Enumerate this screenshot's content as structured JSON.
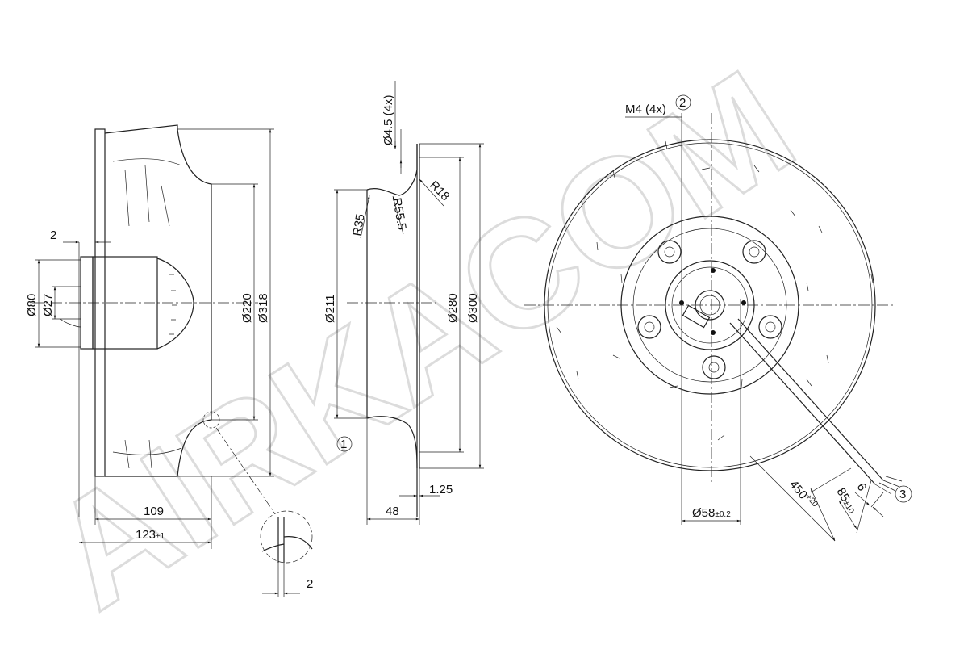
{
  "watermark": "AIRKACOM",
  "side_view": {
    "dims": {
      "d80": "Ø80",
      "d27": "Ø27",
      "gap": "2",
      "d220": "Ø220",
      "d318": "Ø318",
      "len109": "109",
      "len123": "123",
      "len123_tol": "±1",
      "detail_thickness": "2"
    }
  },
  "profile_view": {
    "dims": {
      "d45": "Ø4.5 (4x)",
      "r18": "R18",
      "r35": "R35",
      "r555": "R55.5",
      "d211": "Ø211",
      "d280": "Ø280",
      "d300": "Ø300",
      "len48": "48",
      "t125": "1.25"
    },
    "callout_1": "1"
  },
  "front_view": {
    "dims": {
      "m4": "M4 (4x)",
      "d58": "Ø58",
      "d58_tol": "±0.2",
      "len450": "450",
      "len450_tol": "+20",
      "len85": "85",
      "len85_tol": "±10",
      "len6": "6"
    },
    "callout_2": "2",
    "callout_3": "3"
  }
}
